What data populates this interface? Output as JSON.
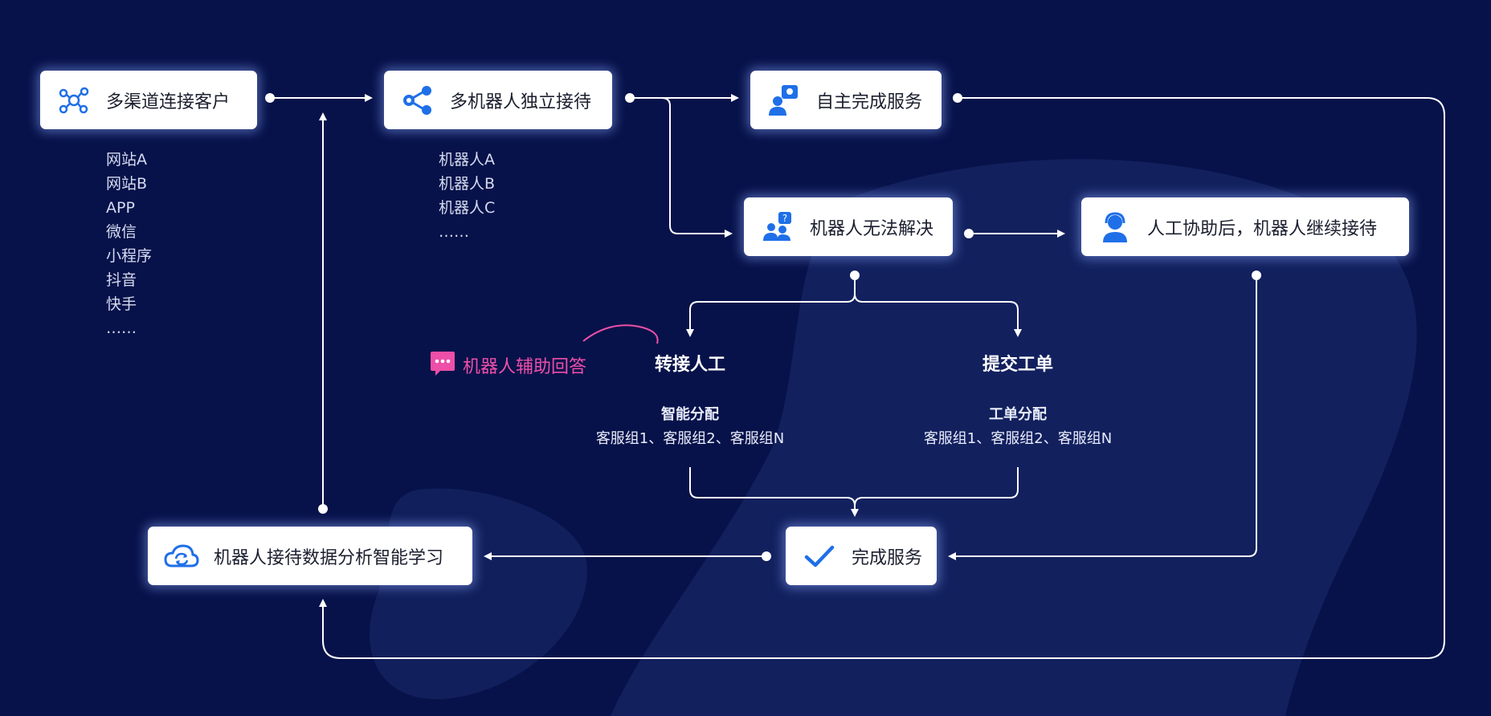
{
  "nodes": {
    "channels": "多渠道连接客户",
    "robots": "多机器人独立接待",
    "self_service": "自主完成服务",
    "unresolved": "机器人无法解决",
    "human_assist": "人工协助后，机器人继续接待",
    "complete": "完成服务",
    "learning": "机器人接待数据分析智能学习"
  },
  "channel_list": [
    "网站A",
    "网站B",
    "APP",
    "微信",
    "小程序",
    "抖音",
    "快手",
    "……"
  ],
  "robot_list": [
    "机器人A",
    "机器人B",
    "机器人C",
    "……"
  ],
  "transfer": {
    "title": "转接人工",
    "sub_title": "智能分配",
    "groups": "客服组1、客服组2、客服组N"
  },
  "ticket": {
    "title": "提交工单",
    "sub_title": "工单分配",
    "groups": "客服组1、客服组2、客服组N"
  },
  "assist_label": "机器人辅助回答",
  "colors": {
    "background": "#07124a",
    "accent_blue": "#1f6fe8",
    "assist_pink": "#ee4fa8",
    "wire": "#ffffff"
  },
  "icons": {
    "channels": "network-icon",
    "robots": "share-icon",
    "self_service": "idea-person-icon",
    "unresolved": "question-people-icon",
    "human_assist": "headset-agent-icon",
    "complete": "checkmark-icon",
    "learning": "cloud-sync-icon",
    "assist": "chat-bubble-icon"
  }
}
